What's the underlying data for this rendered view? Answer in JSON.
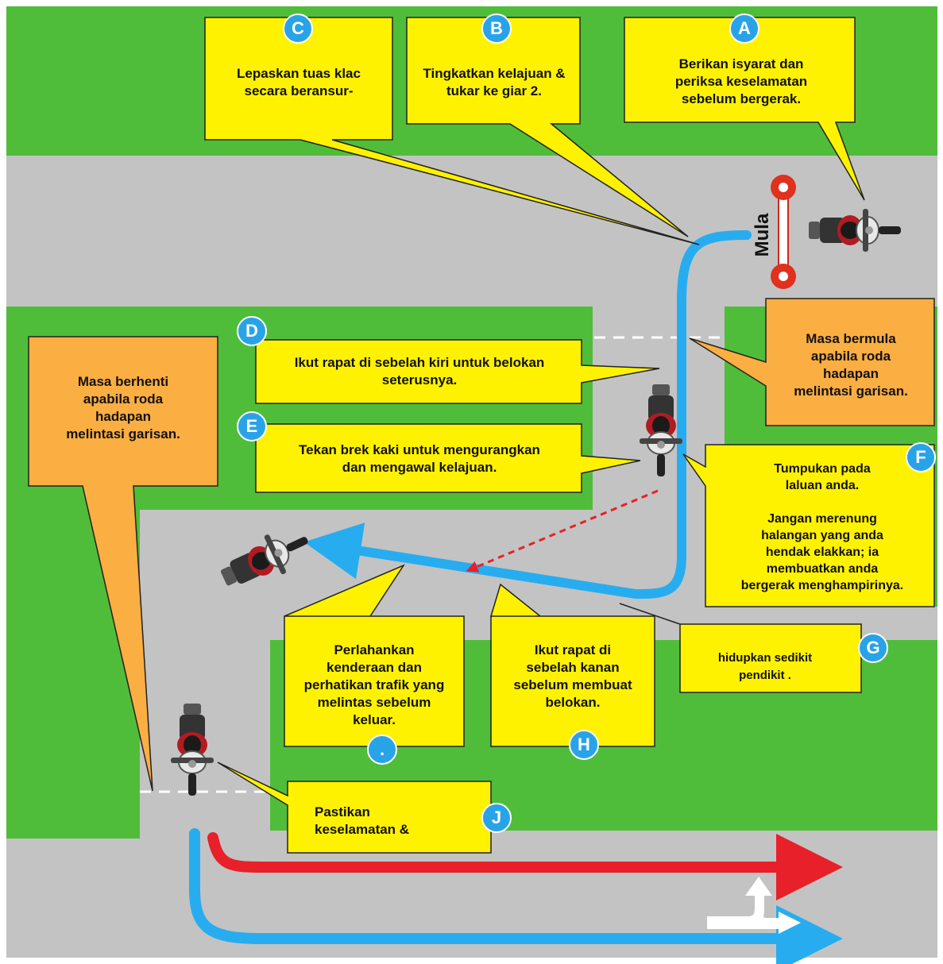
{
  "colors": {
    "grass": "#4fbd3a",
    "road": "#c3c3c3",
    "callout_yellow": "#fff200",
    "callout_orange": "#fbae42",
    "badge_blue": "#29a3e8",
    "path_blue": "#27adef",
    "path_red": "#e8202a",
    "pole_red": "#e0301e"
  },
  "icons": [
    "motorcycle-icon",
    "start-gate-icon",
    "path-arrow-icon",
    "turn-arrow-icon"
  ],
  "start_label": "Mula",
  "callouts": [
    {
      "badge": "A",
      "text": "Berikan isyarat dan\nperiksa keselamatan\nsebelum bergerak."
    },
    {
      "badge": "B",
      "text": "Tingkatkan kelajuan &\ntukar ke giar 2."
    },
    {
      "badge": "C",
      "text": "Lepaskan tuas klac\nsecara beransur-"
    },
    {
      "badge": "D",
      "text": "Ikut rapat di sebelah kiri untuk belokan\nseterusnya."
    },
    {
      "badge": "E",
      "text": "Tekan brek kaki untuk mengurangkan\ndan mengawal kelajuan."
    },
    {
      "badge": "F",
      "text": "Tumpukan pada\nlaluan anda.\n\nJangan merenung\nhalangan yang anda\nhendak elakkan; ia\nmembuatkan anda\nbergerak menghampirinya."
    },
    {
      "badge": "G",
      "text": "hidupkan  sedikit\npendikit ."
    },
    {
      "badge": "H",
      "text": "Ikut rapat di\nsebelah kanan\nsebelum membuat\nbelokan."
    },
    {
      "badge": ".",
      "text": "Perlahankan\nkenderaan dan\nperhatikan trafik yang\nmelintas sebelum\nkeluar."
    },
    {
      "badge": "J",
      "text": "Pastikan\nkeselamatan &"
    }
  ],
  "notes": {
    "start_timer": "Masa bermula\napabila roda\nhadapan\nmelintasi garisan.",
    "stop_timer": "Masa berhenti\napabila roda\nhadapan\nmelintasi garisan."
  }
}
